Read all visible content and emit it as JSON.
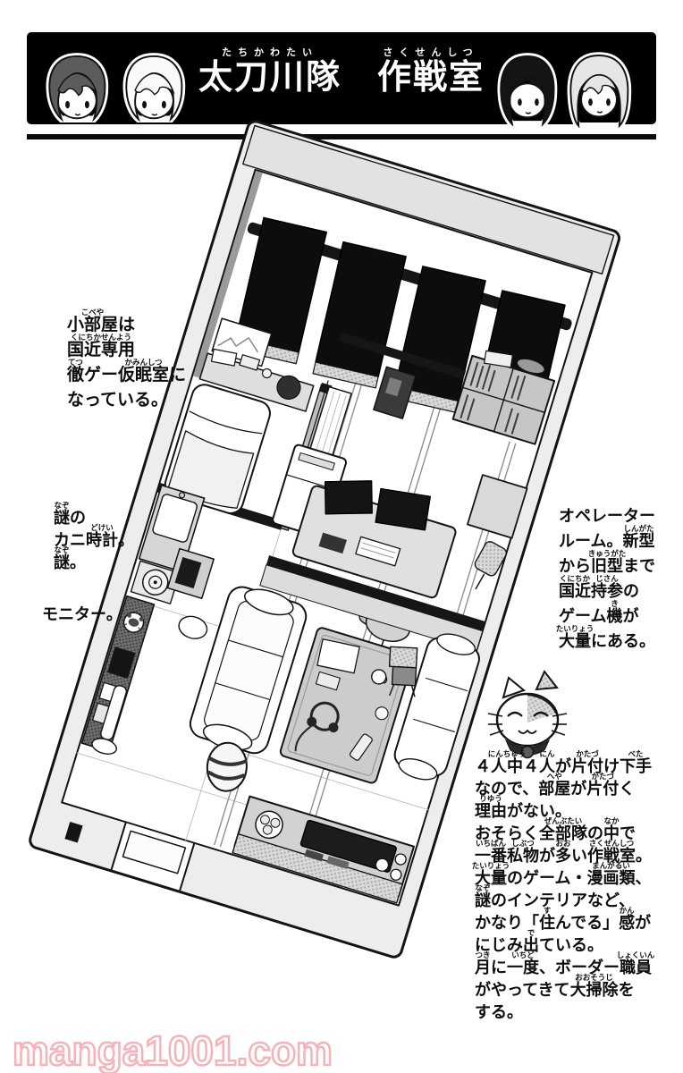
{
  "header": {
    "title_lines": [
      [
        {
          "t": "太刀川隊",
          "r": "たちかわたい"
        },
        {
          "t": "　"
        },
        {
          "t": "作戦室",
          "r": "さくせんしつ"
        }
      ]
    ]
  },
  "notes": {
    "left_top": {
      "lines": [
        [
          {
            "t": "小部屋",
            "r": "こべや"
          },
          {
            "t": "は"
          }
        ],
        [
          {
            "t": "国近専用",
            "r": "くにちかせんよう"
          }
        ],
        [
          {
            "t": "徹",
            "r": "てつ"
          },
          {
            "t": "ゲー"
          },
          {
            "t": "仮眠室",
            "r": "かみんしつ"
          },
          {
            "t": "に"
          }
        ],
        [
          {
            "t": "なっている。"
          }
        ]
      ]
    },
    "left_mid": {
      "lines": [
        [
          {
            "t": "謎",
            "r": "なぞ"
          },
          {
            "t": "の"
          }
        ],
        [
          {
            "t": "カニ"
          },
          {
            "t": "時計",
            "r": "どけい"
          },
          {
            "t": "。"
          }
        ],
        [
          {
            "t": "謎",
            "r": "なぞ"
          },
          {
            "t": "。"
          }
        ]
      ]
    },
    "monitor": {
      "lines": [
        [
          {
            "t": "モニター。"
          }
        ]
      ]
    },
    "right_top": {
      "lines": [
        [
          {
            "t": "オペレーター"
          }
        ],
        [
          {
            "t": "ルーム。"
          },
          {
            "t": "新型",
            "r": "しんがた"
          }
        ],
        [
          {
            "t": "から"
          },
          {
            "t": "旧型",
            "r": "きゅうがた"
          },
          {
            "t": "まで"
          }
        ],
        [
          {
            "t": "国近",
            "r": "くにちか"
          },
          {
            "t": "持参",
            "r": "じさん"
          },
          {
            "t": "の"
          }
        ],
        [
          {
            "t": "ゲーム"
          },
          {
            "t": "機",
            "r": "き"
          },
          {
            "t": "が"
          }
        ],
        [
          {
            "t": "大量",
            "r": "たいりょう"
          },
          {
            "t": "にある。"
          }
        ]
      ]
    },
    "bottom": {
      "lines": [
        [
          {
            "t": "４"
          },
          {
            "t": "人中",
            "r": "にんちゅう"
          },
          {
            "t": "４"
          },
          {
            "t": "人",
            "r": "にん"
          },
          {
            "t": "が"
          },
          {
            "t": "片付",
            "r": "かたづ"
          },
          {
            "t": "け"
          },
          {
            "t": "下手",
            "r": "べた"
          }
        ],
        [
          {
            "t": "なので、"
          },
          {
            "t": "部屋",
            "r": "へや"
          },
          {
            "t": "が"
          },
          {
            "t": "片付",
            "r": "かたづ"
          },
          {
            "t": "く"
          }
        ],
        [
          {
            "t": "理由",
            "r": "りゆう"
          },
          {
            "t": "がない。"
          }
        ],
        [
          {
            "t": "おそらく"
          },
          {
            "t": "全部隊",
            "r": "ぜんぶたい"
          },
          {
            "t": "の"
          },
          {
            "t": "中",
            "r": "なか"
          },
          {
            "t": "で"
          }
        ],
        [
          {
            "t": "一番",
            "r": "いちばん"
          },
          {
            "t": "私物",
            "r": "しぶつ"
          },
          {
            "t": "が"
          },
          {
            "t": "多",
            "r": "おお"
          },
          {
            "t": "い"
          },
          {
            "t": "作戦室",
            "r": "さくせんしつ"
          },
          {
            "t": "。"
          }
        ],
        [
          {
            "t": "大量",
            "r": "たいりょう"
          },
          {
            "t": "のゲーム・"
          },
          {
            "t": "漫画類",
            "r": "まんがるい"
          },
          {
            "t": "、"
          }
        ],
        [
          {
            "t": "謎",
            "r": "なぞ"
          },
          {
            "t": "のインテリアなど、"
          }
        ],
        [
          {
            "t": "かなり「"
          },
          {
            "t": "住",
            "r": "す"
          },
          {
            "t": "んでる」"
          },
          {
            "t": "感",
            "r": "かん"
          },
          {
            "t": "が"
          }
        ],
        [
          {
            "t": "にじみ"
          },
          {
            "t": "出",
            "r": "で"
          },
          {
            "t": "ている。"
          }
        ],
        [
          {
            "t": "月",
            "r": "つき"
          },
          {
            "t": "に"
          },
          {
            "t": "一度",
            "r": "いちど"
          },
          {
            "t": "、ボーダー"
          },
          {
            "t": "職員",
            "r": "しょくいん"
          }
        ],
        [
          {
            "t": "がやってきて"
          },
          {
            "t": "大掃除",
            "r": "おおそうじ"
          },
          {
            "t": "を"
          }
        ],
        [
          {
            "t": "する。"
          }
        ]
      ]
    }
  },
  "watermark": {
    "text": "manga1001.com",
    "color": "#f3b3b8"
  },
  "icons": {
    "cat_mascot": "cat-face-icon",
    "avatars": [
      "chibi-head-dark-hair",
      "chibi-head-white-hair",
      "chibi-head-black-bob",
      "chibi-head-long-hair"
    ]
  },
  "colors": {
    "banner_bg": "#000000",
    "ink": "#141414",
    "tone_gray": "#d9d9d9",
    "watermark_pink": "#f3b3b8"
  }
}
